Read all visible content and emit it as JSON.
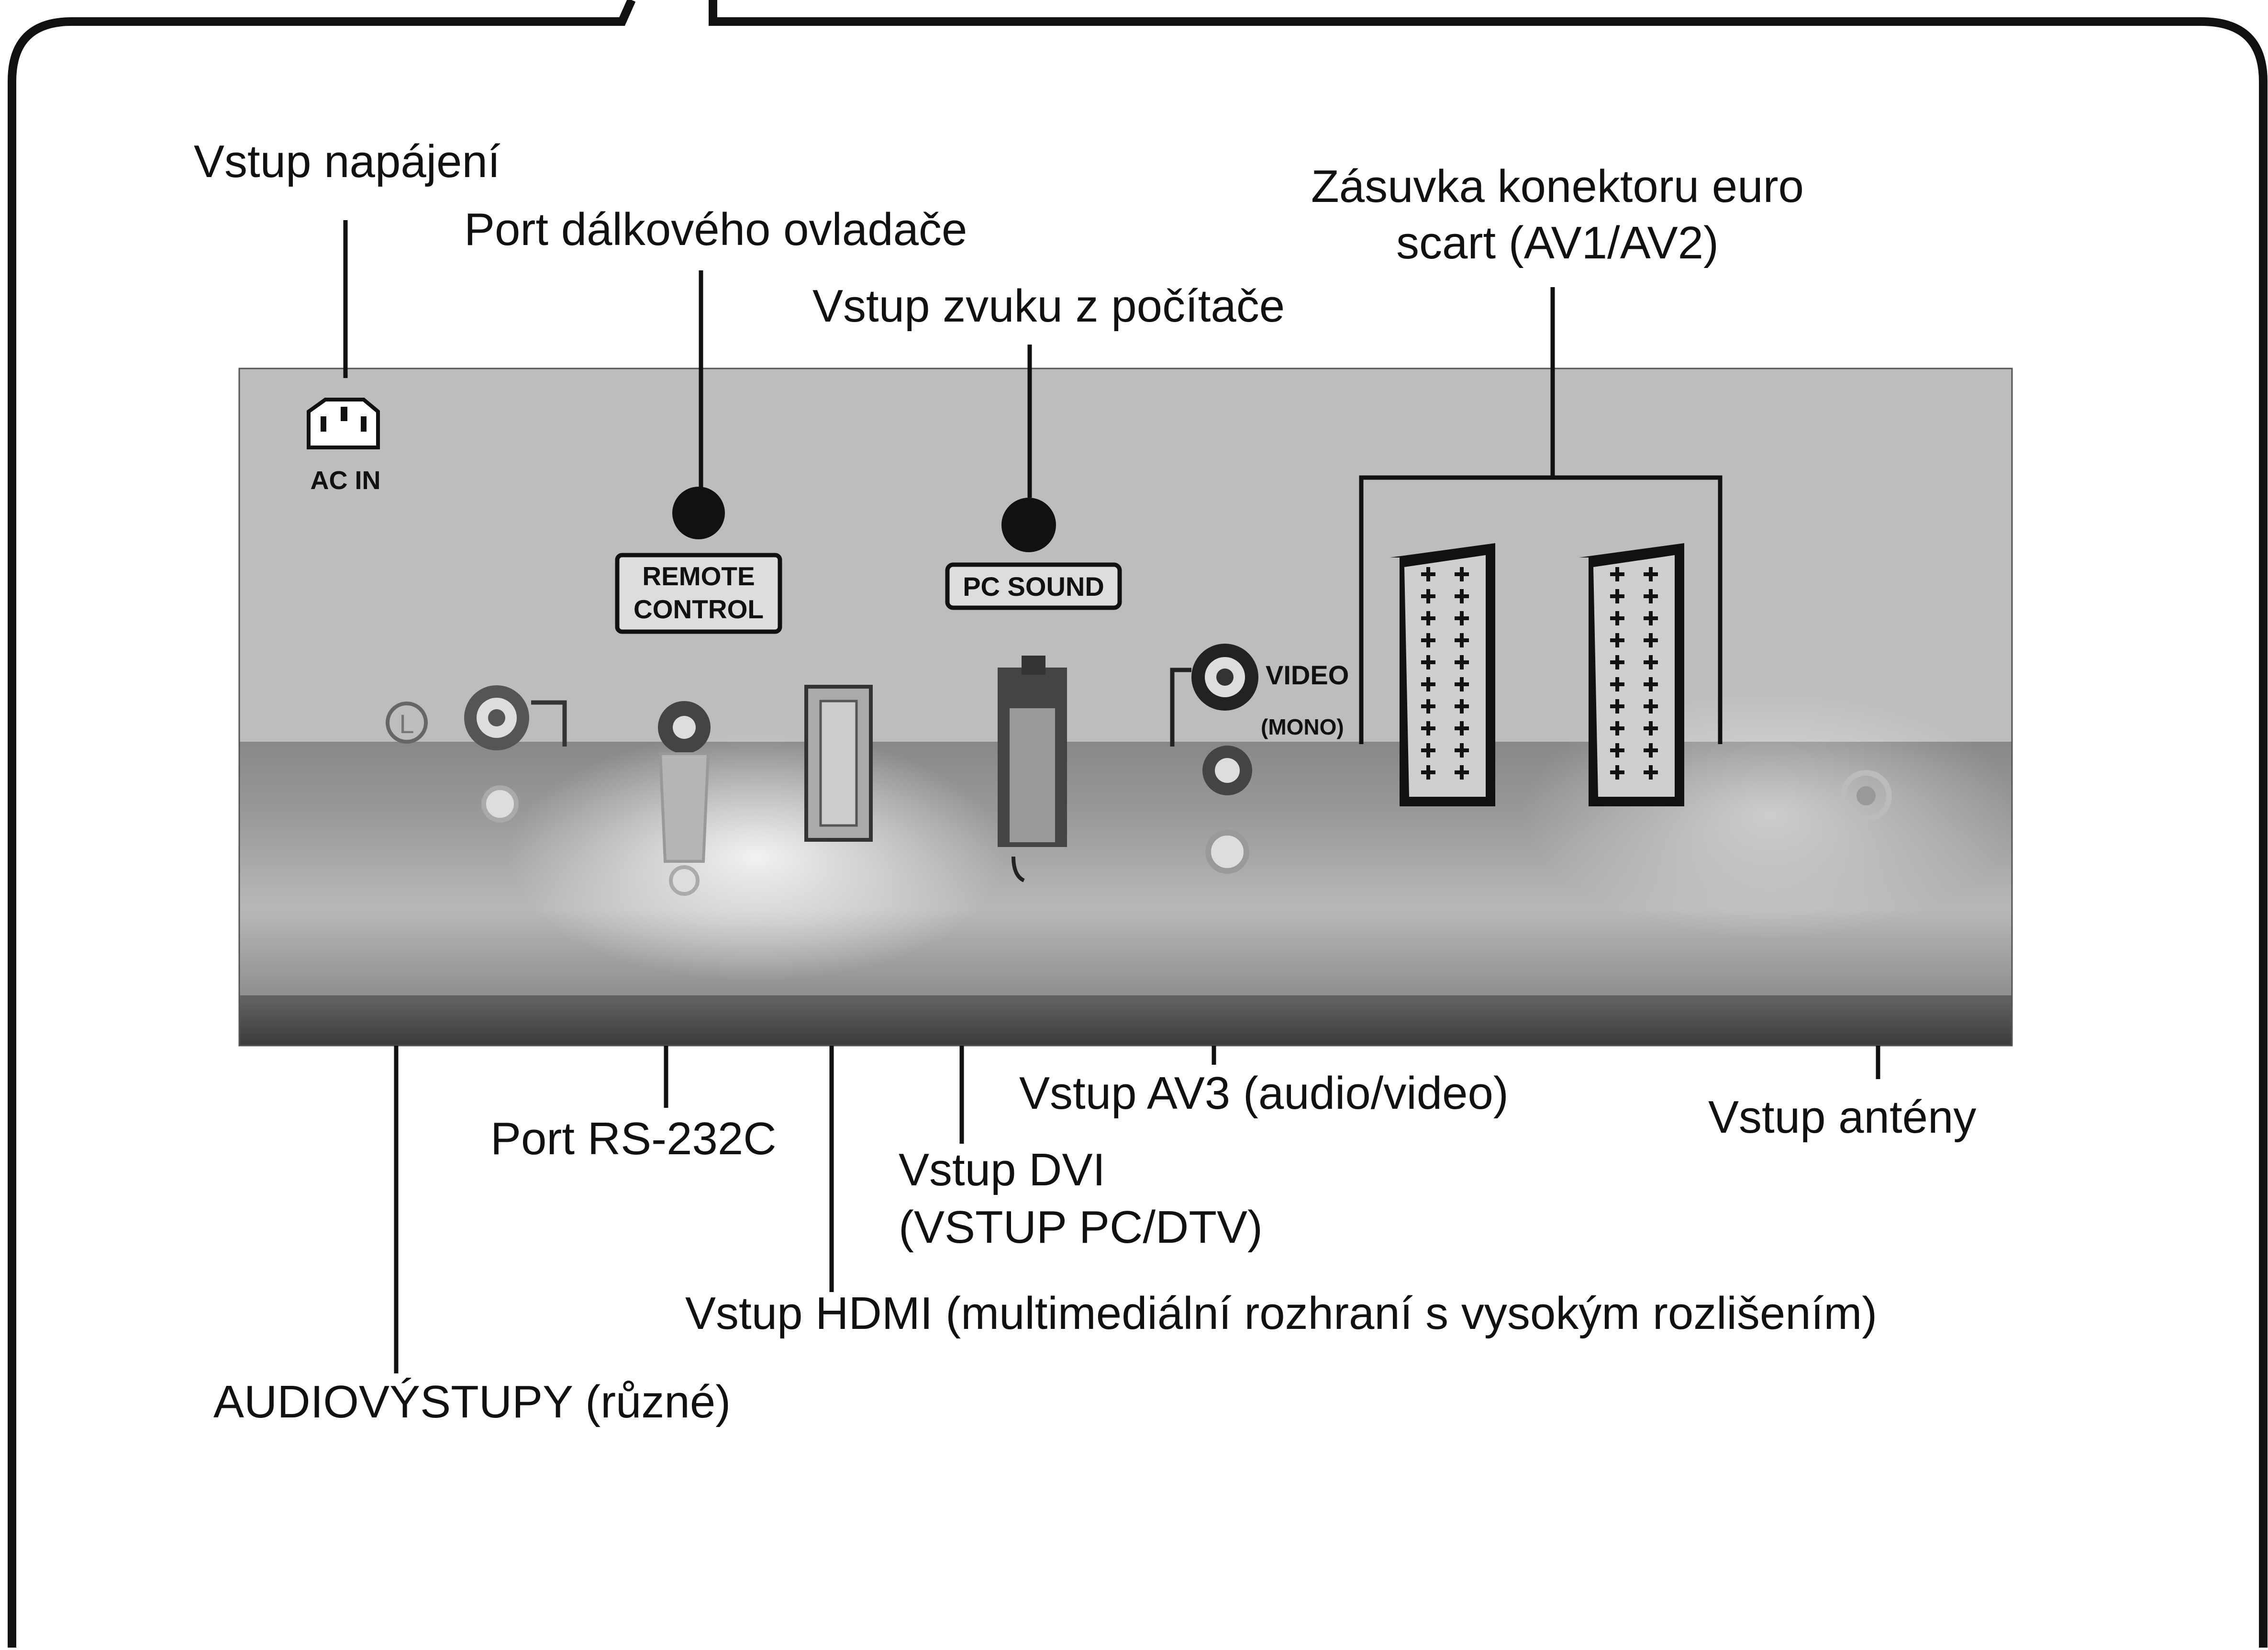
{
  "callouts": {
    "power_input": "Vstup napájení",
    "remote_port": "Port dálkového ovladače",
    "pc_audio_input": "Vstup zvuku z počítače",
    "scart_line1": "Zásuvka konektoru euro",
    "scart_line2": "scart (AV1/AV2)",
    "rs232_port": "Port RS-232C",
    "dvi_line1": "Vstup DVI",
    "dvi_line2": "(VSTUP PC/DTV)",
    "av3_input": "Vstup AV3 (audio/video)",
    "antenna_input": "Vstup antény",
    "hdmi_input": "Vstup HDMI (multimediální rozhraní s vysokým rozlišením)",
    "audio_outputs": "AUDIOVÝSTUPY (různé)"
  },
  "panel_labels": {
    "ac_in": "AC IN",
    "remote_line1": "REMOTE",
    "remote_line2": "CONTROL",
    "pc_sound": "PC SOUND",
    "video": "VIDEO",
    "mono": "(MONO)",
    "left_channel": "L"
  },
  "icons": [
    "ac-inlet-icon",
    "remote-jack-icon",
    "pc-sound-jack-icon",
    "rca-jack-icon",
    "rs232-port-icon",
    "hdmi-port-icon",
    "dvi-port-icon",
    "scart-socket-icon",
    "antenna-socket-icon"
  ],
  "colors": {
    "panel_top": "#b9b9b9",
    "panel_dark": "#3a3a3a",
    "line": "#111111",
    "frame": "#111111"
  }
}
